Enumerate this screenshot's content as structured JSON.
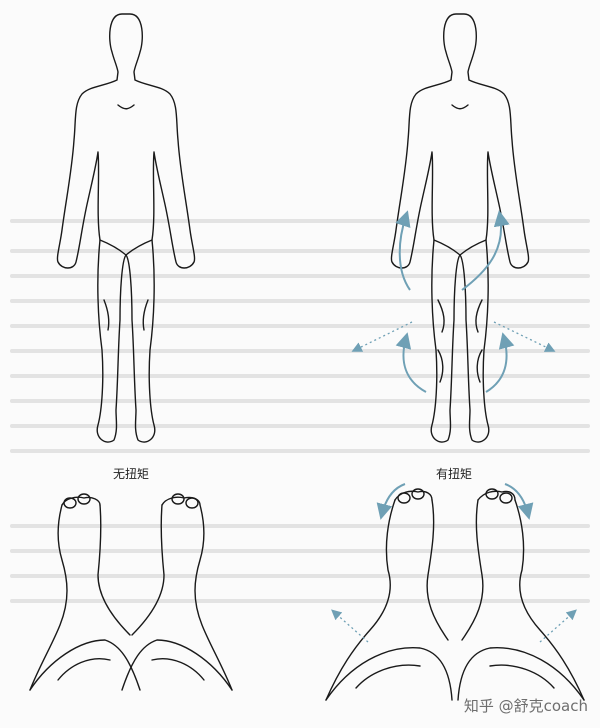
{
  "labels": {
    "left": "无扭矩",
    "right": "有扭矩"
  },
  "watermark": "知乎 @舒克coach",
  "colors": {
    "outline": "#1a1a1a",
    "arrow": "#6fa0b5",
    "background": "#fbfbfb"
  },
  "panels": [
    {
      "id": "standing-no-torque",
      "caption_key": "left"
    },
    {
      "id": "standing-with-torque",
      "caption_key": "right"
    },
    {
      "id": "feet-no-torque"
    },
    {
      "id": "feet-with-torque"
    }
  ]
}
